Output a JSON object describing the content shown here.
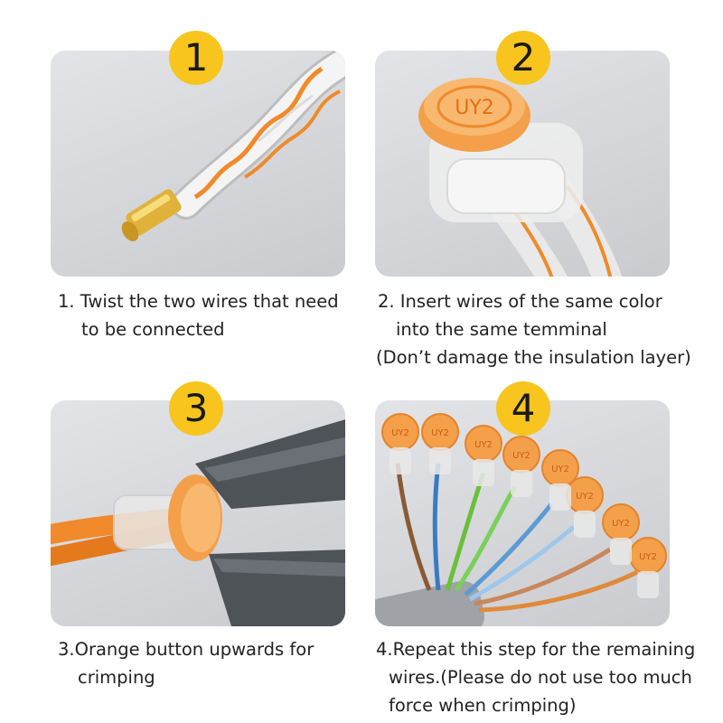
{
  "steps": [
    {
      "number": "1",
      "caption_lines": [
        "1. Twist the two wires that need",
        "to be connected"
      ]
    },
    {
      "number": "2",
      "caption_lines": [
        "2. Insert wires of the same color",
        "into the same temminal",
        "(Don’t damage the insulation layer)"
      ],
      "connector_label": "UY2"
    },
    {
      "number": "3",
      "caption_lines": [
        "3.Orange button upwards for",
        "crimping"
      ]
    },
    {
      "number": "4",
      "caption_lines": [
        "4.Repeat this step for the remaining",
        "wires.(Please do not use too much",
        "force when crimping)"
      ],
      "connector_label": "UY2"
    }
  ],
  "colors": {
    "badge": "#f7c51d",
    "wire_orange": "#f08a2a",
    "wire_white": "#f2f2f2",
    "connector_orange": "#f4a04a",
    "tool_gray": "#555a60"
  }
}
